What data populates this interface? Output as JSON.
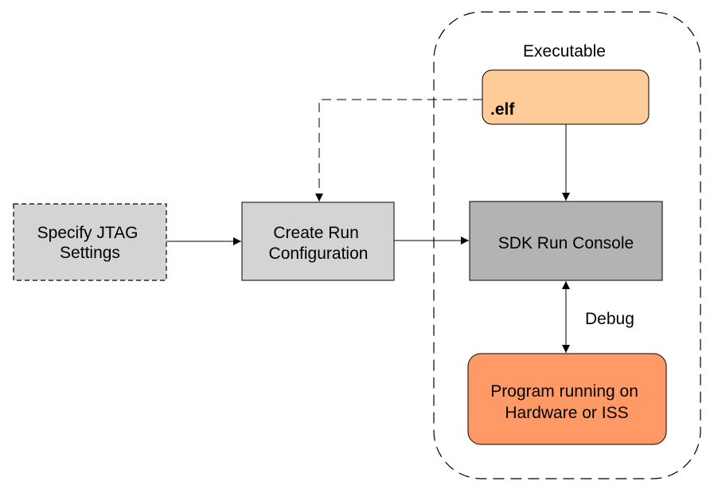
{
  "nodes": {
    "specify_jtag": {
      "lines": [
        "Specify JTAG",
        "Settings"
      ]
    },
    "create_run": {
      "lines": [
        "Create Run",
        "Configuration"
      ]
    },
    "sdk_console": {
      "lines": [
        "SDK Run Console"
      ]
    },
    "elf": {
      "label": ".elf"
    },
    "program_running": {
      "lines": [
        "Program running on",
        "Hardware or ISS"
      ]
    }
  },
  "labels": {
    "executable": "Executable",
    "debug": "Debug"
  },
  "colors": {
    "specify_fill": "#d4d4d4",
    "create_fill": "#d4d4d4",
    "console_fill": "#b3b3b3",
    "elf_fill": "#ffcc99",
    "program_fill": "#ff9966",
    "stroke": "#000000"
  }
}
